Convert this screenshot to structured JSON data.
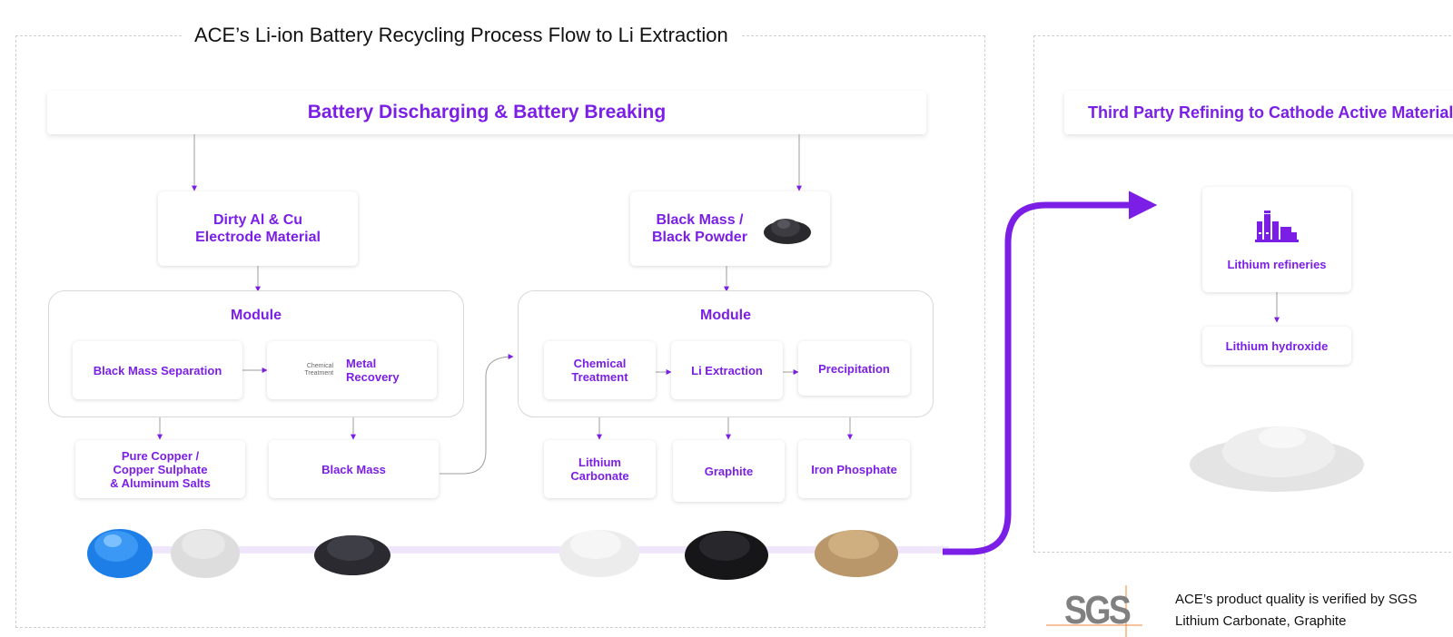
{
  "title": "ACE’s Li-ion Battery Recycling Process Flow to Li Extraction",
  "banner_left": "Battery Discharging & Battery Breaking",
  "banner_right": "Third Party Refining to Cathode Active Material",
  "nodes": {
    "dirty_line1": "Dirty Al & Cu",
    "dirty_line2": "Electrode Material",
    "bm_line1": "Black Mass /",
    "bm_line2": "Black Powder",
    "module_left": "Module",
    "module_right": "Module",
    "black_mass_separation": "Black Mass Separation",
    "chemical_treatment_small_1": "Chemical",
    "chemical_treatment_small_2": "Treatment",
    "metal_recovery_1": "Metal",
    "metal_recovery_2": "Recovery",
    "chem_treat_1": "Chemical",
    "chem_treat_2": "Treatment",
    "li_extraction": "Li Extraction",
    "precipitation": "Precipitation",
    "pure_copper_1": "Pure Copper /",
    "pure_copper_2": "Copper Sulphate",
    "pure_copper_3": "& Aluminum Salts",
    "black_mass": "Black Mass",
    "lithium_carbonate_1": "Lithium",
    "lithium_carbonate_2": "Carbonate",
    "graphite": "Graphite",
    "iron_phosphate": "Iron Phosphate",
    "lithium_refineries": "Lithium refineries",
    "lithium_hydroxide": "Lithium hydroxide"
  },
  "footer": {
    "logo": "SGS",
    "note_line1": "ACE’s product quality is verified by SGS",
    "note_line2": "Lithium Carbonate, Graphite"
  },
  "icons": [
    "factory-icon",
    "blue-powder",
    "grey-powder",
    "black-powder",
    "white-powder",
    "tan-powder"
  ],
  "colors": {
    "accent": "#7b1fe6",
    "frame": "#cfcfcf",
    "flow_band": "#efe6fc"
  }
}
